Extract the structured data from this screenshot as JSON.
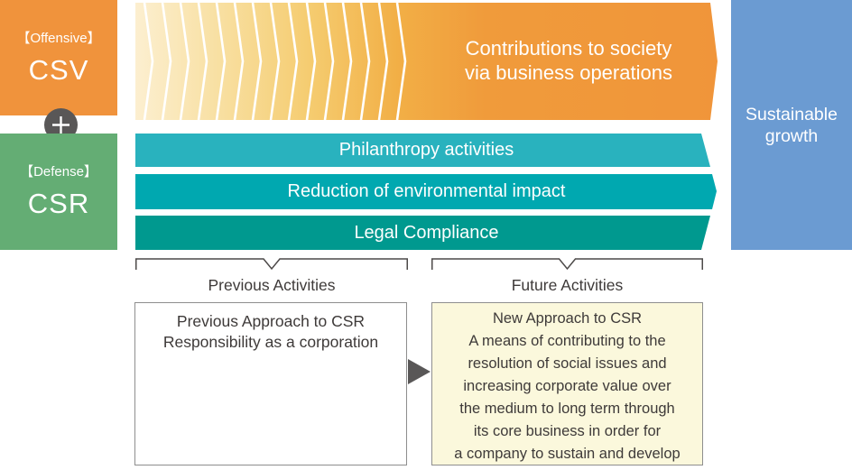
{
  "left_panel": {
    "csv": {
      "tag": "【Offensive】",
      "label": "CSV"
    },
    "csr": {
      "tag": "【Defense】",
      "label": "CSR"
    },
    "plus_icon": "plus"
  },
  "flow": {
    "main_arrow": {
      "line1": "Contributions to society",
      "line2": "via business operations"
    },
    "bars": [
      {
        "label": "Philanthropy activities",
        "color": "#29B2BE"
      },
      {
        "label": "Reduction of environmental impact",
        "color": "#00A8B0"
      },
      {
        "label": "Legal Compliance",
        "color": "#00998F"
      }
    ],
    "outcome": {
      "line1": "Sustainable",
      "line2": "growth"
    }
  },
  "bottom": {
    "previous": {
      "bracket_label": "Previous Activities",
      "box_lines": [
        "Previous Approach to CSR",
        "Responsibility as a corporation"
      ]
    },
    "future": {
      "bracket_label": "Future Activities",
      "box_lines": [
        "New Approach to CSR",
        "A means of contributing to the",
        "resolution of social issues and",
        "increasing corporate value over",
        "the medium to long term through",
        "its core business in order for",
        "a company to sustain and develop"
      ]
    }
  },
  "palette": {
    "csv_orange": "#F0933C",
    "csr_green": "#64AD74",
    "arrow_gradient_start": "#FCEFD0",
    "arrow_orange": "#F0953A",
    "bar_teal_light": "#29B2BE",
    "bar_teal": "#00A8B0",
    "bar_teal_dark": "#00998F",
    "outcome_blue": "#6B9BD2",
    "future_box_fill": "#FBF8DC",
    "box_border_gray": "#8E8E8E",
    "icon_gray": "#595757",
    "text_dark": "#3E3A39"
  }
}
